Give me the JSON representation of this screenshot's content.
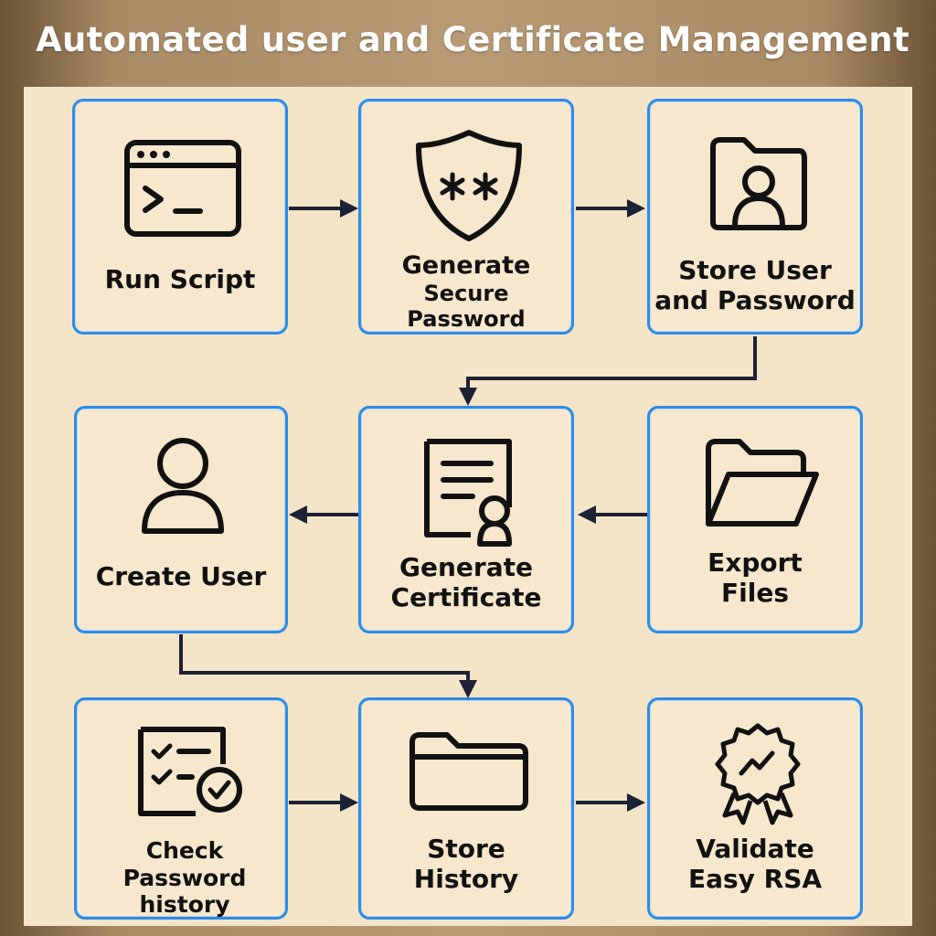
{
  "title": "Automated user and Certificate Management",
  "steps": {
    "run_script": {
      "line1": "Run Script"
    },
    "generate_password": {
      "line1": "Generate",
      "line2": "Secure Password"
    },
    "store_user": {
      "line1": "Store User",
      "line2": "and Password"
    },
    "create_user": {
      "line1": "Create User"
    },
    "generate_certificate": {
      "line1": "Generate",
      "line2": "Certificate"
    },
    "export_files": {
      "line1": "Export",
      "line2": "Files"
    },
    "check_password_history": {
      "line1": "Check Password",
      "line2": "history"
    },
    "store_history": {
      "line1": "Store",
      "line2": "History"
    },
    "validate_easy_rsa": {
      "line1": "Validate",
      "line2": "Easy RSA"
    }
  },
  "icons": {
    "run_script": "terminal-icon",
    "generate_password": "shield-password-icon",
    "store_user": "user-folder-icon",
    "create_user": "user-icon",
    "generate_certificate": "certificate-icon",
    "export_files": "open-folder-icon",
    "check_password_history": "checklist-icon",
    "store_history": "folder-icon",
    "validate_easy_rsa": "award-badge-icon"
  },
  "colors": {
    "box_border": "#2d8be6",
    "arrow": "#1c2233",
    "panel": "#f4e4c8"
  }
}
